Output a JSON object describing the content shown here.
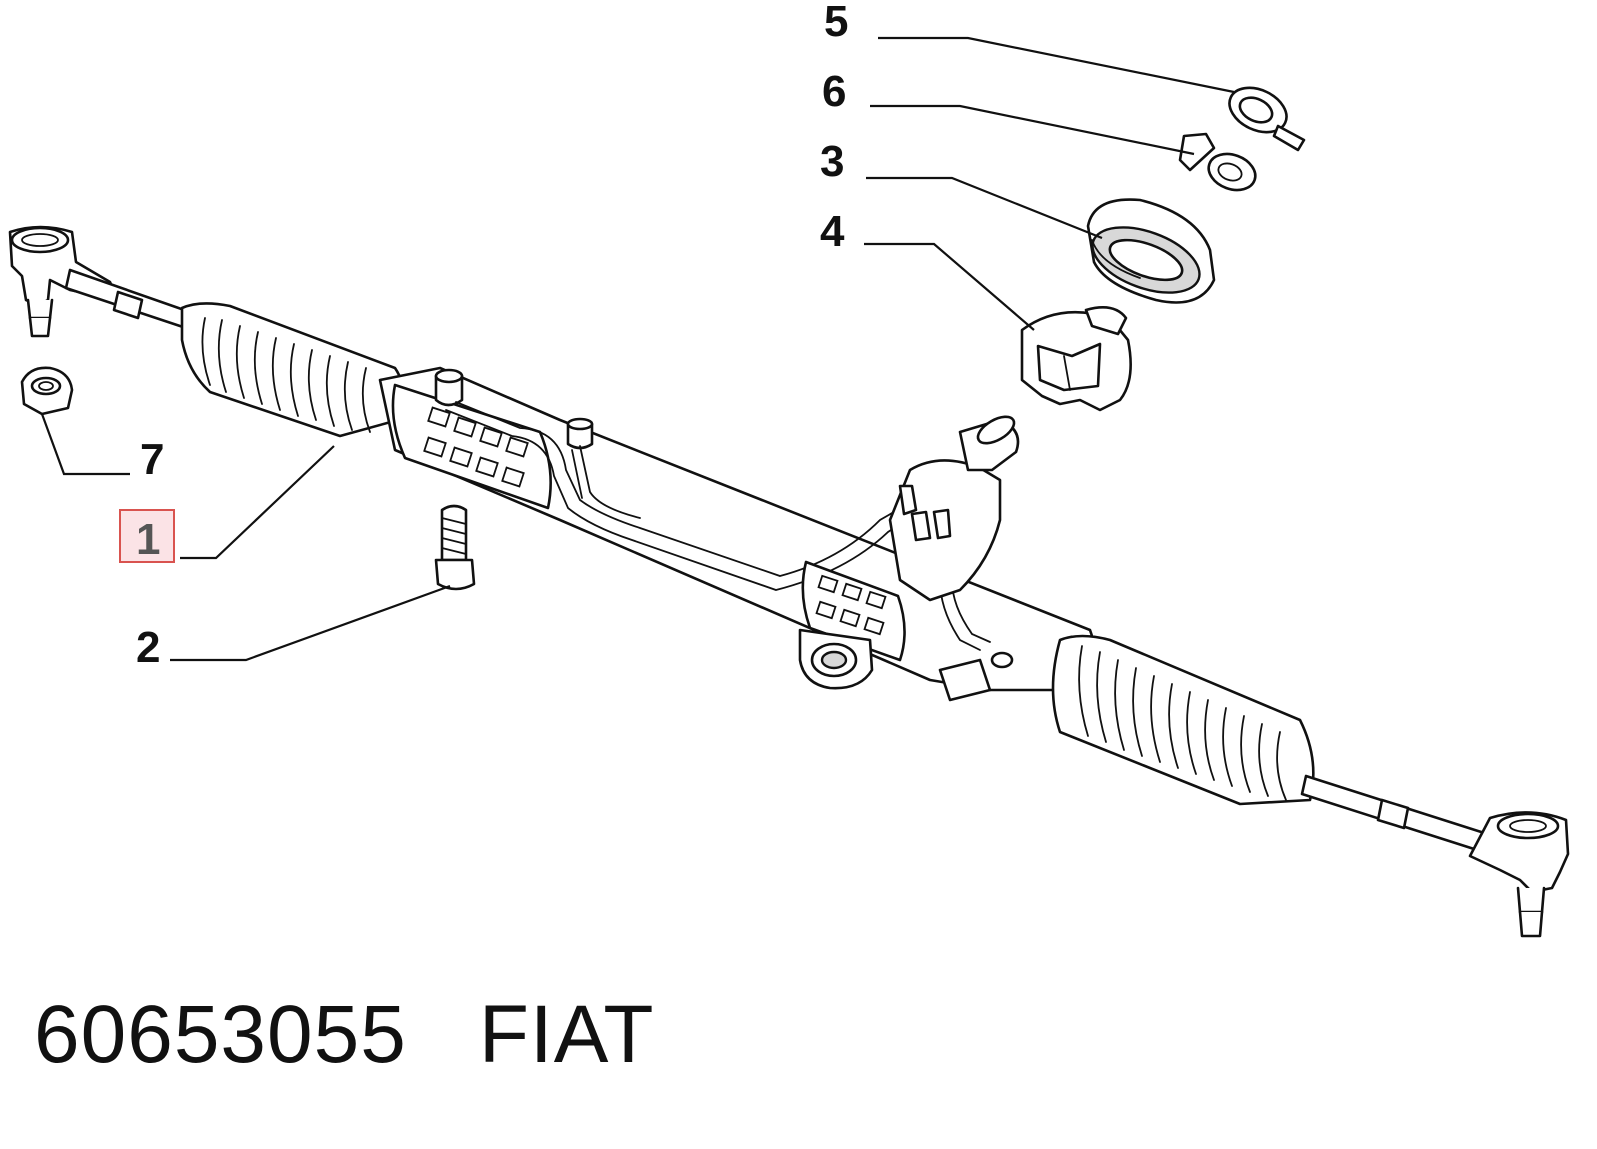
{
  "callouts": [
    {
      "label": "5",
      "highlighted": false
    },
    {
      "label": "6",
      "highlighted": false
    },
    {
      "label": "3",
      "highlighted": false
    },
    {
      "label": "4",
      "highlighted": false
    },
    {
      "label": "7",
      "highlighted": false
    },
    {
      "label": "1",
      "highlighted": true,
      "highlight_color": "#d9534f",
      "highlight_fill": "#fbe3e6"
    },
    {
      "label": "2",
      "highlighted": false
    }
  ],
  "caption": {
    "part_number": "60653055",
    "brand": "FIAT"
  }
}
